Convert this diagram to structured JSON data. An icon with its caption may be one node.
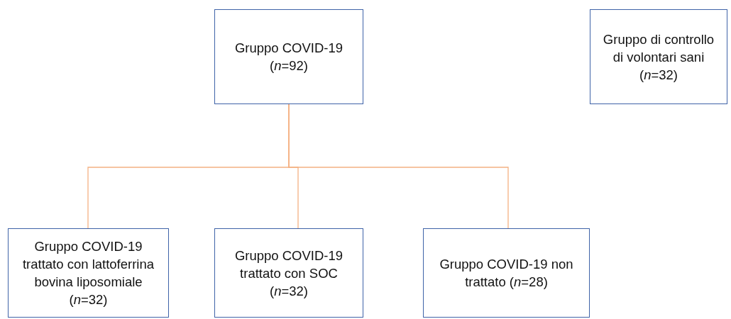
{
  "diagram": {
    "nodes": [
      {
        "text": [
          "Gruppo COVID-19 (*n*=92)"
        ]
      },
      {
        "text": [
          "Gruppo di controllo di volontari sani (*n*=32)"
        ]
      },
      {
        "text": [
          "Gruppo COVID-19 trattato con lattoferrina bovina liposomiale (*n*=32)"
        ]
      },
      {
        "text": [
          "Gruppo COVID-19 trattato con SOC (*n*=32)"
        ]
      },
      {
        "text": [
          "Gruppo COVID-19 non trattato (*n*=28)"
        ]
      }
    ],
    "edges": [
      {
        "from": 0,
        "to": 2,
        "arrow": "none"
      },
      {
        "from": 0,
        "to": 3,
        "arrow": "none"
      },
      {
        "from": 0,
        "to": 4,
        "arrow": "none"
      }
    ]
  }
}
